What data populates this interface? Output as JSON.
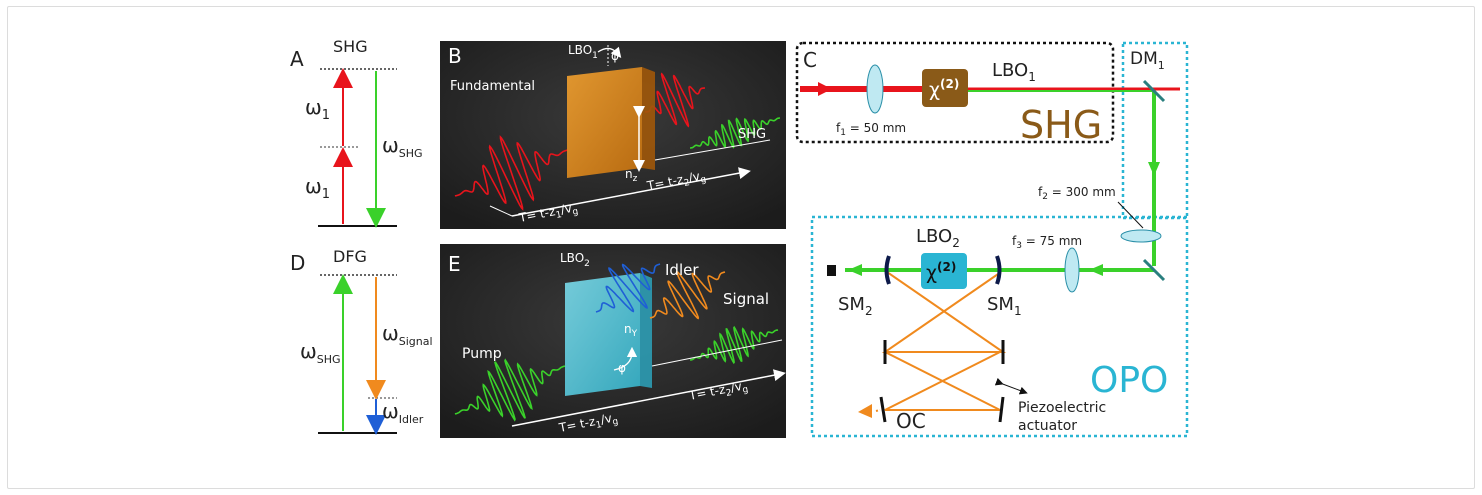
{
  "panel_a": {
    "letter": "A",
    "title": "SHG",
    "omega_lower": "ω",
    "omega_lower_sub": "1",
    "omega_upper": "ω",
    "omega_upper_sub": "1",
    "omega_shg": "ω",
    "omega_shg_sub": "SHG"
  },
  "panel_d": {
    "letter": "D",
    "title": "DFG",
    "omega_pump": "ω",
    "omega_pump_sub": "SHG",
    "omega_signal": "ω",
    "omega_signal_sub": "Signal",
    "omega_idler": "ω",
    "omega_idler_sub": "Idler"
  },
  "panel_b": {
    "letter": "B",
    "crystal": "LBO",
    "crystal_sub": "1",
    "phi": "φ",
    "input_label": "Fundamental",
    "output_label": "SHG",
    "index": "n",
    "index_sub": "z",
    "time1_a": "T= t-z",
    "time1_sub1": "1",
    "time1_b": "/v",
    "time1_sub2": "g",
    "time2_a": "T= t-z",
    "time2_sub1": "2",
    "time2_b": "/v",
    "time2_sub2": "g"
  },
  "panel_e": {
    "letter": "E",
    "crystal": "LBO",
    "crystal_sub": "2",
    "phi": "φ",
    "pump_label": "Pump",
    "idler_label": "Idler",
    "signal_label": "Signal",
    "index": "n",
    "index_sub": "Y",
    "time1_a": "T= t-z",
    "time1_sub1": "1",
    "time1_b": "/v",
    "time1_sub2": "g",
    "time2_a": "T= t-z",
    "time2_sub1": "2",
    "time2_b": "/v",
    "time2_sub2": "g"
  },
  "panel_c": {
    "letter": "C",
    "lbo1": "LBO",
    "lbo1_sub": "1",
    "chi": "χ",
    "chi_sup": "(2)",
    "f1_a": "f",
    "f1_sub": "1",
    "f1_b": " = 50 mm",
    "shg_label": "SHG",
    "dm1": "DM",
    "dm1_sub": "1",
    "f2_a": "f",
    "f2_sub": "2",
    "f2_b": " = 300 mm",
    "f3_a": "f",
    "f3_sub": "3",
    "f3_b": " = 75 mm",
    "lbo2": "LBO",
    "lbo2_sub": "2",
    "sm1": "SM",
    "sm1_sub": "1",
    "sm2": "SM",
    "sm2_sub": "2",
    "opo_label": "OPO",
    "oc_label": "OC",
    "piezo_line1": "Piezoelectric",
    "piezo_line2": "actuator"
  },
  "colors": {
    "red": "#e8141c",
    "green": "#3ad12a",
    "orange": "#f08a1e",
    "blue": "#1f5fd6",
    "cyan_box": "#2ab5d3",
    "brown": "#8a5a18",
    "mirror": "#0d1a4a",
    "dark_bg": "#2a2a2a"
  }
}
